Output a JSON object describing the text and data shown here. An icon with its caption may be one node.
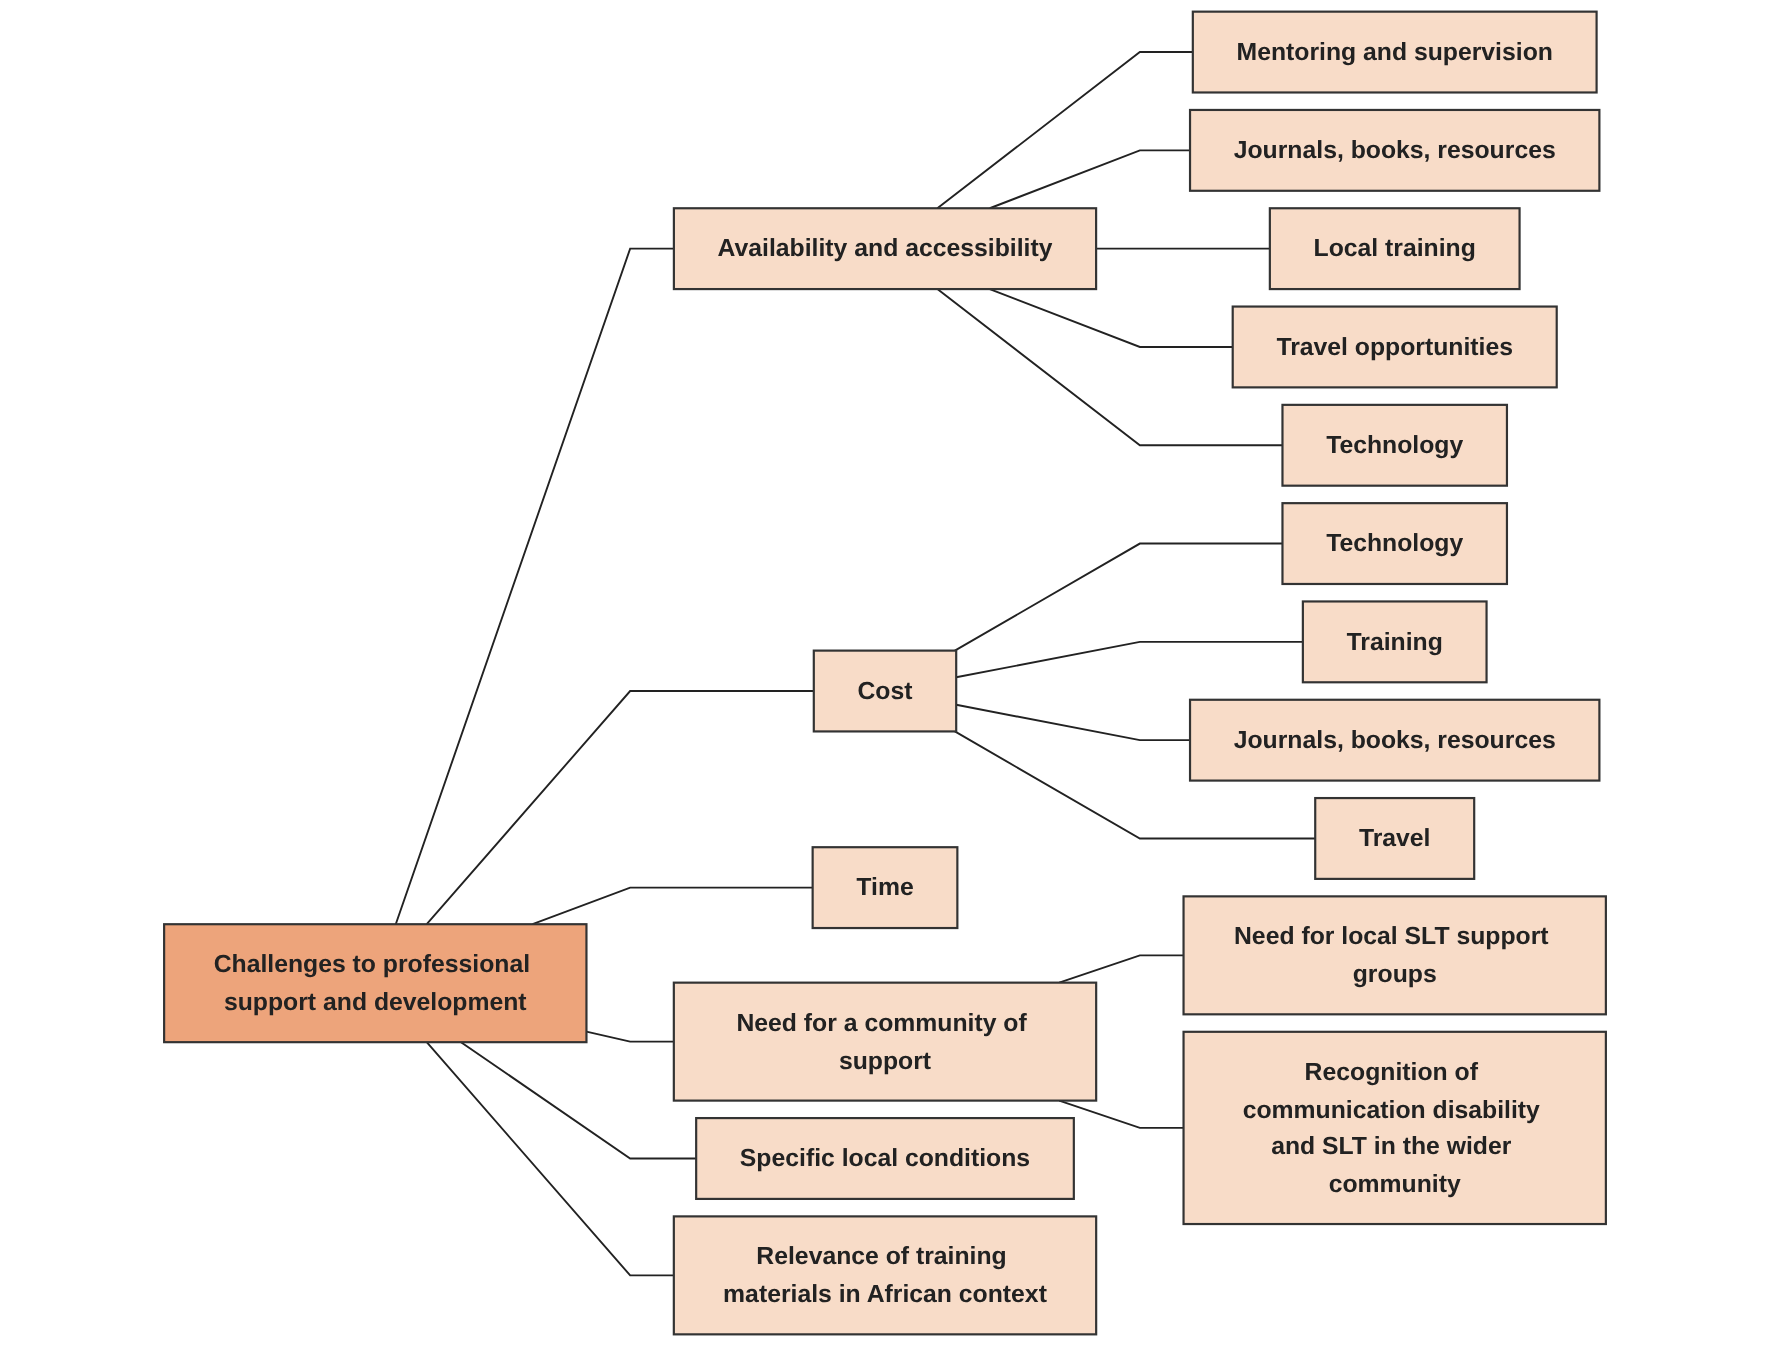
{
  "diagram": {
    "nodes": [
      {
        "text": [
          "Challenges to professional support and development"
        ]
      },
      {
        "text": [
          "Availability and accessibility"
        ]
      },
      {
        "text": [
          "Mentoring and supervision"
        ]
      },
      {
        "text": [
          "Journals, books, resources"
        ]
      },
      {
        "text": [
          "Local training"
        ]
      },
      {
        "text": [
          "Travel opportunities"
        ]
      },
      {
        "text": [
          "Technology"
        ]
      },
      {
        "text": [
          "Cost"
        ]
      },
      {
        "text": [
          "Technology"
        ]
      },
      {
        "text": [
          "Training"
        ]
      },
      {
        "text": [
          "Journals, books, resources"
        ]
      },
      {
        "text": [
          "Travel"
        ]
      },
      {
        "text": [
          "Time"
        ]
      },
      {
        "text": [
          "Need for a community of support"
        ]
      },
      {
        "text": [
          "Need for local SLT support groups"
        ]
      },
      {
        "text": [
          "Recognition of communication disability and SLT in the wider community"
        ]
      },
      {
        "text": [
          "Specific local conditions"
        ]
      },
      {
        "text": [
          "Relevance of training materials in African context"
        ]
      }
    ],
    "edges": [
      {
        "from": 0,
        "to": 1,
        "arrow": "none"
      },
      {
        "from": 1,
        "to": 2,
        "arrow": "none"
      },
      {
        "from": 1,
        "to": 3,
        "arrow": "none"
      },
      {
        "from": 1,
        "to": 4,
        "arrow": "none"
      },
      {
        "from": 1,
        "to": 5,
        "arrow": "none"
      },
      {
        "from": 1,
        "to": 6,
        "arrow": "none"
      },
      {
        "from": 0,
        "to": 7,
        "arrow": "none"
      },
      {
        "from": 7,
        "to": 8,
        "arrow": "none"
      },
      {
        "from": 7,
        "to": 9,
        "arrow": "none"
      },
      {
        "from": 7,
        "to": 10,
        "arrow": "none"
      },
      {
        "from": 7,
        "to": 11,
        "arrow": "none"
      },
      {
        "from": 0,
        "to": 12,
        "arrow": "none"
      },
      {
        "from": 0,
        "to": 13,
        "arrow": "none"
      },
      {
        "from": 13,
        "to": 14,
        "arrow": "none"
      },
      {
        "from": 13,
        "to": 15,
        "arrow": "none"
      },
      {
        "from": 0,
        "to": 16,
        "arrow": "none"
      },
      {
        "from": 0,
        "to": 17,
        "arrow": "none"
      }
    ]
  }
}
